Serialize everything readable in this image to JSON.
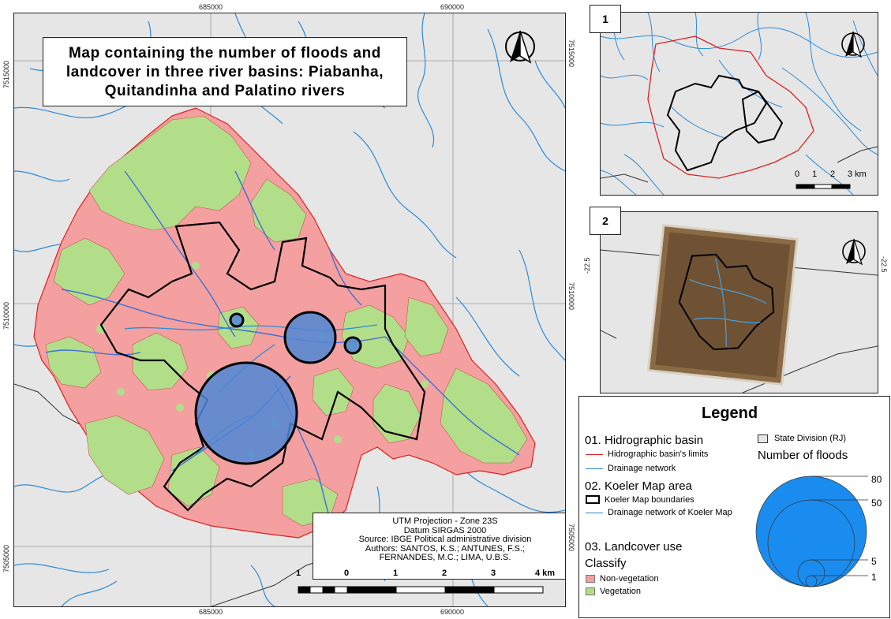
{
  "title": "Map containing the number of floods and landcover in three river basins: Piabanha, Quitandinha and Palatino rivers",
  "title_lines": [
    "Map containing the number of floods and",
    "landcover in three river basins: Piabanha,",
    "Quitandinha and Palatino rivers"
  ],
  "coords": {
    "top_left": "685000",
    "top_right": "690000",
    "bottom_left": "685000",
    "bottom_right": "690000",
    "left_top": "7515000",
    "left_mid": "7510000",
    "left_bot": "7505000",
    "right_top": "7515000",
    "right_mid": "7510000",
    "right_bot": "7505000",
    "inset2_left": "-22.5",
    "inset2_right": "-22.5"
  },
  "credits": [
    "UTM Projection - Zone 23S",
    "Datum SIRGAS 2000",
    "Source: IBGE Political administrative division",
    "Authors: SANTOS, K.S.; ANTUNES, F.S.;",
    "FERNANDES, M.C.; LIMA, U.B.S."
  ],
  "main_scale": {
    "ticks": [
      "1",
      "0",
      "1",
      "2",
      "3",
      "4 km"
    ]
  },
  "inset1": {
    "number": "1",
    "scale_ticks": [
      "0",
      "1",
      "2",
      "3 km"
    ]
  },
  "inset2": {
    "number": "2"
  },
  "floods": [
    {
      "label": "80",
      "count": 80
    },
    {
      "label": "50",
      "count": 50
    },
    {
      "label": "5",
      "count": 5
    },
    {
      "label": "1",
      "count": 1
    }
  ],
  "legend": {
    "title": "Legend",
    "sec1": "01. Hidrographic basin",
    "basin_limits": "Hidrographic basin's limits",
    "drainage": "Drainage network",
    "sec2": "02. Koeler Map area",
    "koeler_bounds": "Koeler Map boundaries",
    "koeler_drainage": "Drainage network of Koeler Map",
    "sec3": "03. Landcover use",
    "classify": "Classify",
    "nonveg": "Non-vegetation",
    "veg": "Vegetation",
    "state": "State Division (RJ)",
    "floods_title": "Number of floods"
  },
  "colors": {
    "background": "#e6e6e6",
    "vegetation": "#b2de8a",
    "non_vegetation": "#f4a0a0",
    "river": "#2b8ad8",
    "basin_limit": "#dd2020",
    "flood_circle": "#4f87d6",
    "flood_legend": "#1a8cf0",
    "koeler_boundary": "#000000"
  },
  "icons": [
    "north-arrow-icon"
  ]
}
